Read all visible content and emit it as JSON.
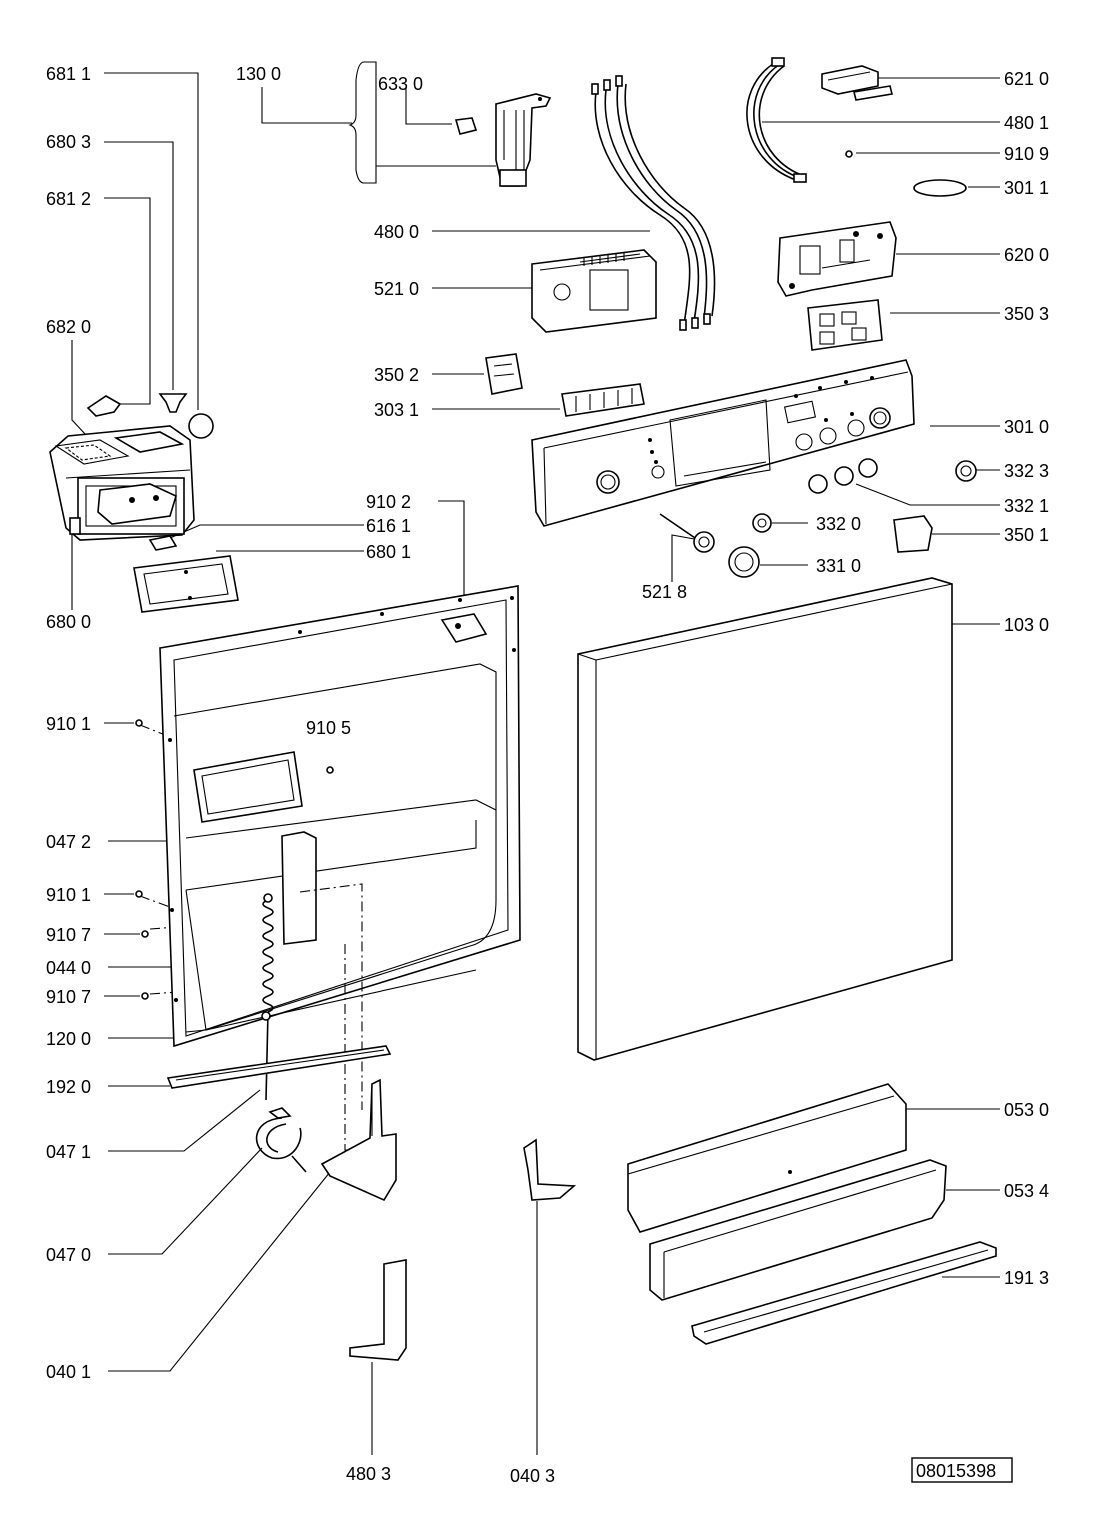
{
  "diagram_id": "08015398",
  "labels": {
    "l_681_1": "681 1",
    "l_680_3": "680 3",
    "l_681_2": "681 2",
    "l_682_0": "682 0",
    "l_680_0": "680 0",
    "l_130_0": "130 0",
    "l_633_0": "633 0",
    "l_480_0": "480 0",
    "l_521_0": "521 0",
    "l_350_2": "350 2",
    "l_303_1": "303 1",
    "l_910_2": "910 2",
    "l_616_1": "616 1",
    "l_680_1": "680 1",
    "l_910_1a": "910 1",
    "l_910_5": "910 5",
    "l_047_2": "047 2",
    "l_910_1b": "910 1",
    "l_910_7a": "910 7",
    "l_044_0": "044 0",
    "l_910_7b": "910 7",
    "l_120_0": "120 0",
    "l_192_0": "192 0",
    "l_047_1": "047 1",
    "l_047_0": "047 0",
    "l_040_1": "040 1",
    "l_480_3": "480 3",
    "l_040_3": "040 3",
    "l_621_0": "621 0",
    "l_480_1": "480 1",
    "l_910_9": "910 9",
    "l_301_1": "301 1",
    "l_620_0": "620 0",
    "l_350_3": "350 3",
    "l_301_0": "301 0",
    "l_332_3": "332 3",
    "l_332_1": "332 1",
    "l_332_0": "332 0",
    "l_350_1": "350 1",
    "l_331_0": "331 0",
    "l_521_8": "521 8",
    "l_103_0": "103 0",
    "l_053_0": "053 0",
    "l_053_4": "053 4",
    "l_191_3": "191 3"
  }
}
